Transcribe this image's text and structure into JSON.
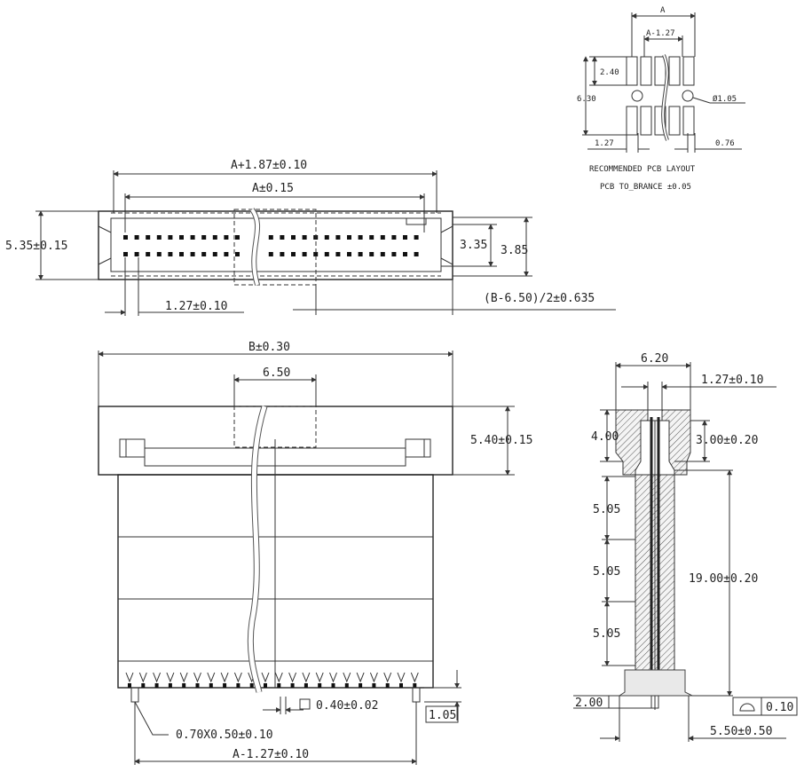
{
  "labels": {
    "a_plus_187": "A+1.87±0.10",
    "a_015": "A±0.15",
    "h535": "5.35±0.15",
    "h335": "3.35",
    "h385": "3.85",
    "pitch127": "1.27±0.10",
    "b_formula": "(B-6.50)/2±0.635",
    "b030": "B±0.30",
    "w650": "6.50",
    "h540": "5.40±0.15",
    "sq040": "0.40±0.02",
    "pad070": "0.70X0.50±0.10",
    "h105": "1.05",
    "a_minus_127": "A-1.27±0.10",
    "w620": "6.20",
    "p127b": "1.27±0.10",
    "h400": "4.00",
    "h300": "3.00±0.20",
    "s505a": "5.05",
    "s505b": "5.05",
    "s505c": "5.05",
    "h1900": "19.00±0.20",
    "h200": "2.00",
    "flat010": "0.10",
    "w550": "5.50±0.50",
    "fp_A": "A",
    "fp_A127": "A-1.27",
    "fp_240": "2.40",
    "fp_630": "6.30",
    "fp_dia": "Ø1.05",
    "fp_127": "1.27",
    "fp_076": "0.76",
    "fp_title1": "RECOMMENDED PCB LAYOUT",
    "fp_title2": "PCB TO_BRANCE ±0.05"
  }
}
